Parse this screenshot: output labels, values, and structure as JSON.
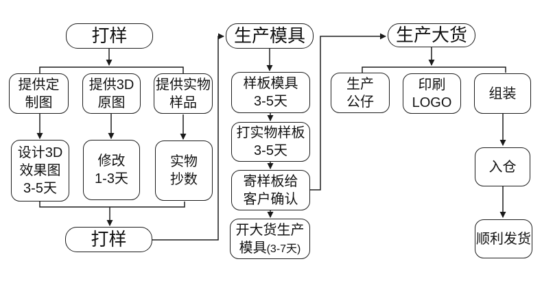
{
  "diagram": {
    "type": "flowchart",
    "language": "zh-CN",
    "colors": {
      "line": "#1a1a1a",
      "background": "#ffffff",
      "text": "#111111"
    },
    "nodes": {
      "sampling_top": {
        "label": "打样"
      },
      "provide_custom": {
        "lines": [
          "提供定",
          "制图"
        ]
      },
      "provide_3d": {
        "lines": [
          "提供3D",
          "原图"
        ]
      },
      "provide_physical": {
        "lines": [
          "提供实物",
          "样品"
        ]
      },
      "design_3d": {
        "lines": [
          "设计3D",
          "效果图",
          "3-5天"
        ]
      },
      "revision": {
        "lines": [
          "修改",
          "1-3天"
        ]
      },
      "physical_copy": {
        "lines": [
          "实物",
          "抄数"
        ]
      },
      "sampling_bottom": {
        "label": "打样"
      },
      "produce_mold": {
        "label": "生产模具"
      },
      "sample_mold": {
        "lines": [
          "样板模具",
          "3-5天"
        ]
      },
      "physical_sample": {
        "lines": [
          "打实物样板",
          "3-5天"
        ]
      },
      "send_sample": {
        "lines": [
          "寄样板给",
          "客户确认"
        ]
      },
      "bulk_mold": {
        "line1": "开大货生产",
        "line2_main": "模具",
        "line2_sub": "(3-7天)"
      },
      "produce_bulk": {
        "label": "生产大货"
      },
      "produce_figure": {
        "lines": [
          "生产",
          "公仔"
        ]
      },
      "print_logo": {
        "lines": [
          "印刷",
          "LOGO"
        ]
      },
      "assembly": {
        "label": "组装"
      },
      "warehouse_in": {
        "label": "入仓"
      },
      "smooth_delivery": {
        "label": "顺利发货"
      }
    }
  }
}
